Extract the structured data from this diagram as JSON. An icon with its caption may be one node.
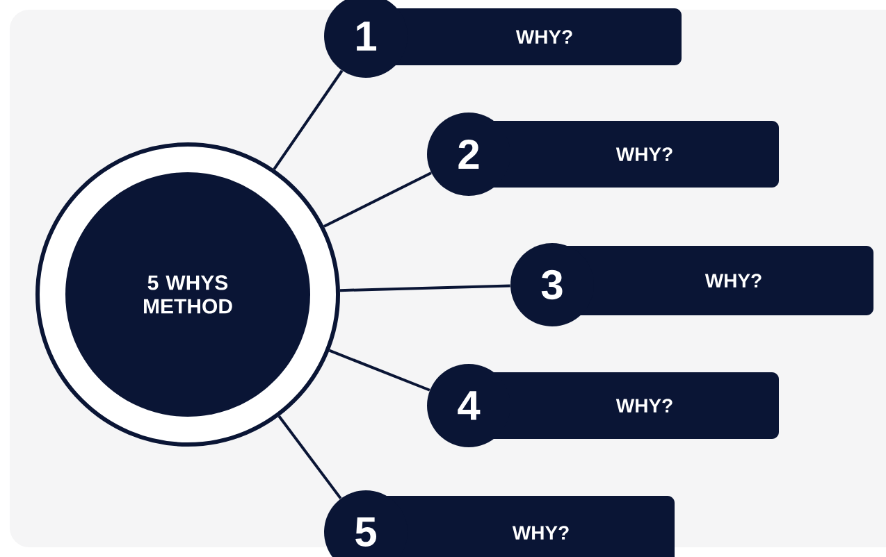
{
  "diagram": {
    "nodes": [
      {
        "text": [
          "5 WHYS METHOD"
        ]
      },
      {
        "text": [
          "1",
          "WHY?"
        ]
      },
      {
        "text": [
          "2",
          "WHY?"
        ]
      },
      {
        "text": [
          "3",
          "WHY?"
        ]
      },
      {
        "text": [
          "4",
          "WHY?"
        ]
      },
      {
        "text": [
          "5",
          "WHY?"
        ]
      }
    ],
    "edges": [
      {
        "from": 0,
        "to": 1,
        "arrow": "none"
      },
      {
        "from": 0,
        "to": 2,
        "arrow": "none"
      },
      {
        "from": 0,
        "to": 3,
        "arrow": "none"
      },
      {
        "from": 0,
        "to": 4,
        "arrow": "none"
      },
      {
        "from": 0,
        "to": 5,
        "arrow": "none"
      }
    ]
  }
}
